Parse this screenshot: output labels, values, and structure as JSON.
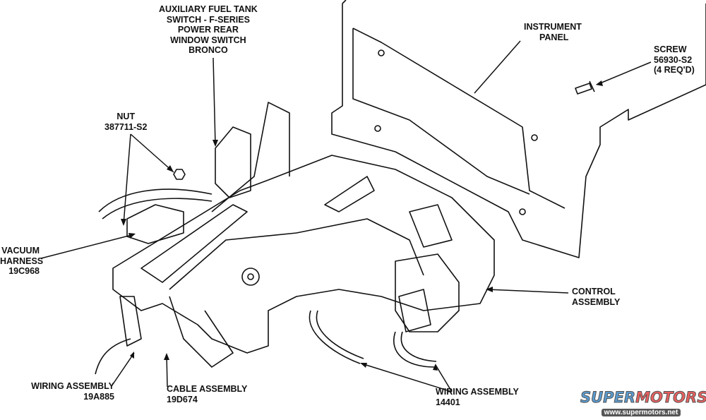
{
  "labels": {
    "aux_switch": [
      "AUXILIARY FUEL TANK",
      "SWITCH - F-SERIES",
      "POWER REAR",
      "WINDOW SWITCH",
      "BRONCO"
    ],
    "instrument_panel": [
      "INSTRUMENT",
      "PANEL"
    ],
    "screw": [
      "SCREW",
      "56930-S2",
      "(4 REQ'D)"
    ],
    "nut": [
      "NUT",
      "387711-S2"
    ],
    "vacuum_harness": [
      "VACUUM",
      "HARNESS",
      "19C968"
    ],
    "control_assembly": [
      "CONTROL",
      "ASSEMBLY"
    ],
    "wiring_19a885": [
      "WIRING ASSEMBLY",
      "19A885"
    ],
    "cable_assembly": [
      "CABLE ASSEMBLY",
      "19D674"
    ],
    "wiring_14401": [
      "WIRING ASSEMBLY",
      "14401"
    ]
  },
  "watermark": {
    "brand_a": "SUPER",
    "brand_b": "MOTORS",
    "url": "www.supermotors.net"
  },
  "colors": {
    "ink": "#111111",
    "brand_blue": "#5a9bd0",
    "brand_red": "#e8605f"
  }
}
